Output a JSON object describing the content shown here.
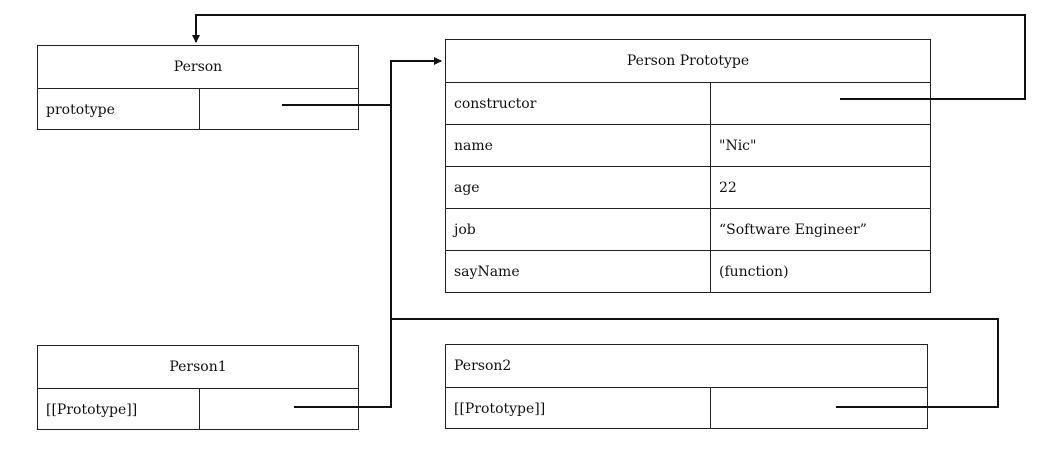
{
  "person": {
    "title": "Person",
    "key": "prototype",
    "value": ""
  },
  "proto": {
    "title": "Person Prototype",
    "rows": [
      {
        "key": "constructor",
        "value": ""
      },
      {
        "key": "name",
        "value": "\"Nic\""
      },
      {
        "key": "age",
        "value": "22"
      },
      {
        "key": "job",
        "value": "“Software Engineer”"
      },
      {
        "key": "sayName",
        "value": "(function)"
      }
    ]
  },
  "person1": {
    "title": "Person1",
    "key": "[[Prototype]]",
    "value": ""
  },
  "person2": {
    "title": "Person2",
    "key": "[[Prototype]]",
    "value": ""
  }
}
